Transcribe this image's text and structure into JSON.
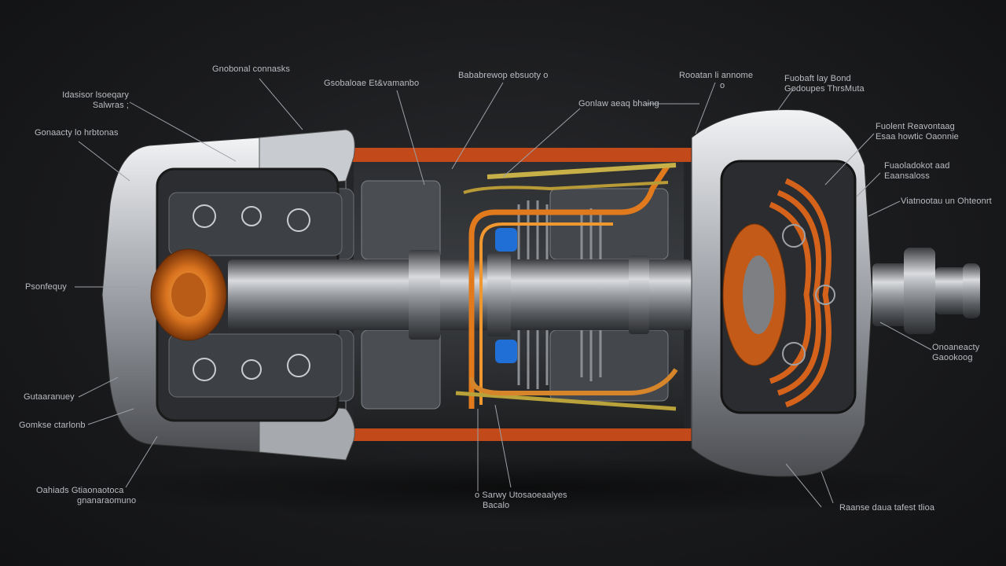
{
  "diagram": {
    "callouts": [
      {
        "id": "c1",
        "lines": [
          "Gnobonal connasks"
        ]
      },
      {
        "id": "c2",
        "lines": [
          "Gsobaloae Et&vamanbo"
        ]
      },
      {
        "id": "c3",
        "lines": [
          "Bababrewop ebsuoty o"
        ]
      },
      {
        "id": "c4",
        "lines": [
          "Rooatan li annome",
          "o"
        ]
      },
      {
        "id": "c5",
        "lines": [
          "Fuobaft lay Bond",
          "Godoupes ThrsMuta"
        ]
      },
      {
        "id": "c6",
        "lines": [
          "Idasisor lsoeqary",
          "Salwras ;"
        ]
      },
      {
        "id": "c7",
        "lines": [
          "Gonaacty lo hrbtonas"
        ]
      },
      {
        "id": "c8",
        "lines": [
          "Gonlaw aeaq bhaing"
        ]
      },
      {
        "id": "c9",
        "lines": [
          "Fuolent Reavontaag",
          "Esaa howtic Oaonnie"
        ]
      },
      {
        "id": "c10",
        "lines": [
          "Fuaoladokot aad",
          "Eaansaloss"
        ]
      },
      {
        "id": "c11",
        "lines": [
          "Viatnootau un Ohteonrt"
        ]
      },
      {
        "id": "c12",
        "lines": [
          "Psonfequy"
        ]
      },
      {
        "id": "c13",
        "lines": [
          "Onoaneacty",
          "Gaookoog"
        ]
      },
      {
        "id": "c14",
        "lines": [
          "Gutaaranuey"
        ]
      },
      {
        "id": "c15",
        "lines": [
          "Gomkse ctarlonb"
        ]
      },
      {
        "id": "c16",
        "lines": [
          "Oahiads Gtiaonaotoca",
          "gnanaraomuno"
        ]
      },
      {
        "id": "c17",
        "lines": [
          "o Sarwy Utosaoeaalyes",
          "Bacalo"
        ]
      },
      {
        "id": "c18",
        "lines": [
          "Raanse daua tafest tlioa"
        ]
      }
    ]
  }
}
